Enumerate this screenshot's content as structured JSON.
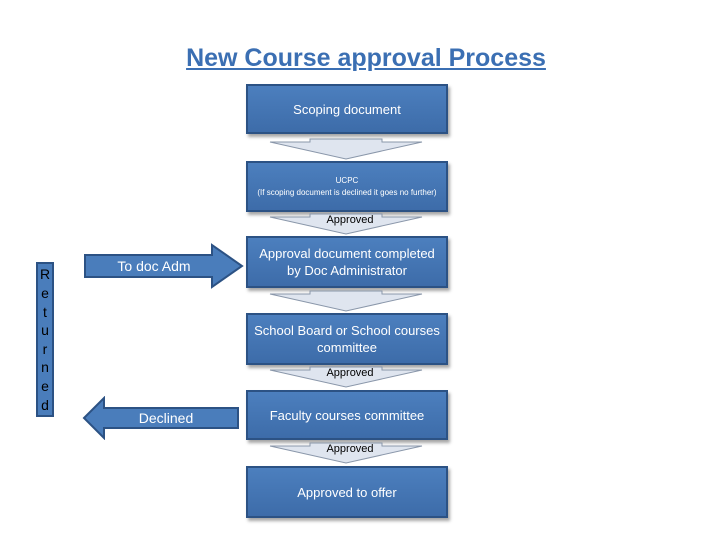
{
  "title": "New Course approval Process",
  "boxes": {
    "scoping": "Scoping document",
    "ucpc_title": "UCPC",
    "ucpc_note": "(If scoping document is declined  it goes no further)",
    "approval_doc": "Approval document completed by Doc Administrator",
    "school_board": "School Board or School courses committee",
    "faculty": "Faculty courses committee",
    "approved_offer": "Approved to offer"
  },
  "connector_labels": {
    "after_ucpc": "Approved",
    "after_school_board": "Approved",
    "after_faculty": "Approved"
  },
  "side_arrows": {
    "to_doc_adm": "To doc Adm",
    "declined": "Declined"
  },
  "returned_letters": [
    "R",
    "e",
    "t",
    "u",
    "r",
    "n",
    "e",
    "d"
  ],
  "colors": {
    "title": "#3b6fb3",
    "box_fill": "#4a7dbb",
    "box_border": "#2c5284",
    "connector_fill": "#dfe5ef"
  }
}
